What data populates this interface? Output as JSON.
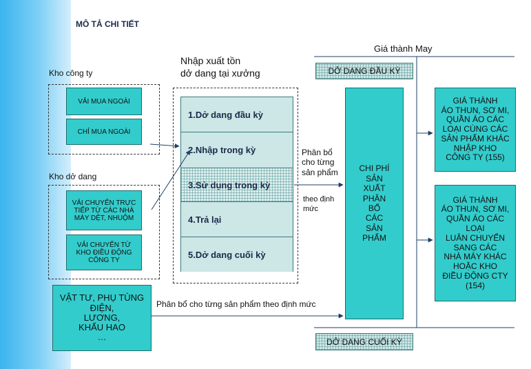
{
  "title": "MÔ TẢ CHI TIẾT",
  "kho_cong_ty": {
    "label": "Kho công ty",
    "items": [
      "VẢI MUA NGOÀI",
      "CHỈ MUA NGOÀI"
    ]
  },
  "kho_do_dang": {
    "label": "Kho dở dang",
    "items": [
      "VẢI CHUYỂN TRỰC TIẾP TỪ CÁC NHÀ MÁY DỆT, NHUỘM",
      "VẢI CHUYỂN TỪ KHO ĐIỀU ĐỘNG CÔNG TY"
    ]
  },
  "vat_tu": [
    "VẬT TƯ, PHỤ TÙNG",
    "ĐIỆN,",
    "LƯƠNG,",
    "KHẤU HAO",
    "…"
  ],
  "process": {
    "title_line1": "Nhập xuất tồn",
    "title_line2": "dở dang tại xưởng",
    "steps": [
      "1.Dở dang đầu kỳ",
      "2.Nhập trong kỳ",
      "3.Sử dụng trong kỳ",
      "4.Trả lại",
      "5.Dở dang cuối kỳ"
    ]
  },
  "allocation": {
    "upper": [
      "Phân bổ",
      "cho từng",
      "sản phẩm"
    ],
    "lower": [
      "theo định",
      "mức"
    ],
    "bottom": "Phân bổ cho từng sản phẩm theo định mức"
  },
  "gia_thanh": {
    "header": "Giá thành May",
    "do_dang_dau_ky": "DỞ DANG ĐẦU KỲ",
    "do_dang_cuoi_ky": "DỞ DANG CUỐI KỲ",
    "chi_phi": [
      "CHI PHÍ",
      "SẢN",
      "XUẤT",
      "PHÂN",
      "BỔ",
      "CÁC",
      "SẢN",
      "PHẨM"
    ]
  },
  "outputs": [
    [
      "GIÁ THÀNH",
      "ÁO THUN, SƠ MI,",
      "QUẦN ÁO CÁC",
      "LOẠI CÙNG CÁC",
      "SẢN PHẨM KHÁC",
      "NHẬP KHO",
      "CÔNG TY (155)"
    ],
    [
      "GIÁ THÀNH",
      "ÁO THUN, SƠ MI,",
      "QUẦN ÁO CÁC",
      "LOẠI",
      "LUÂN CHUYỂN",
      "SANG CÁC",
      "NHÀ MÁY KHÁC",
      "HOẶC KHO",
      "ĐIỀU ĐỘNG CTY",
      "(154)"
    ]
  ],
  "colors": {
    "teal": "#33cccc",
    "left_bar": "#3ab4ee",
    "text_dark": "#1a2a4a"
  }
}
